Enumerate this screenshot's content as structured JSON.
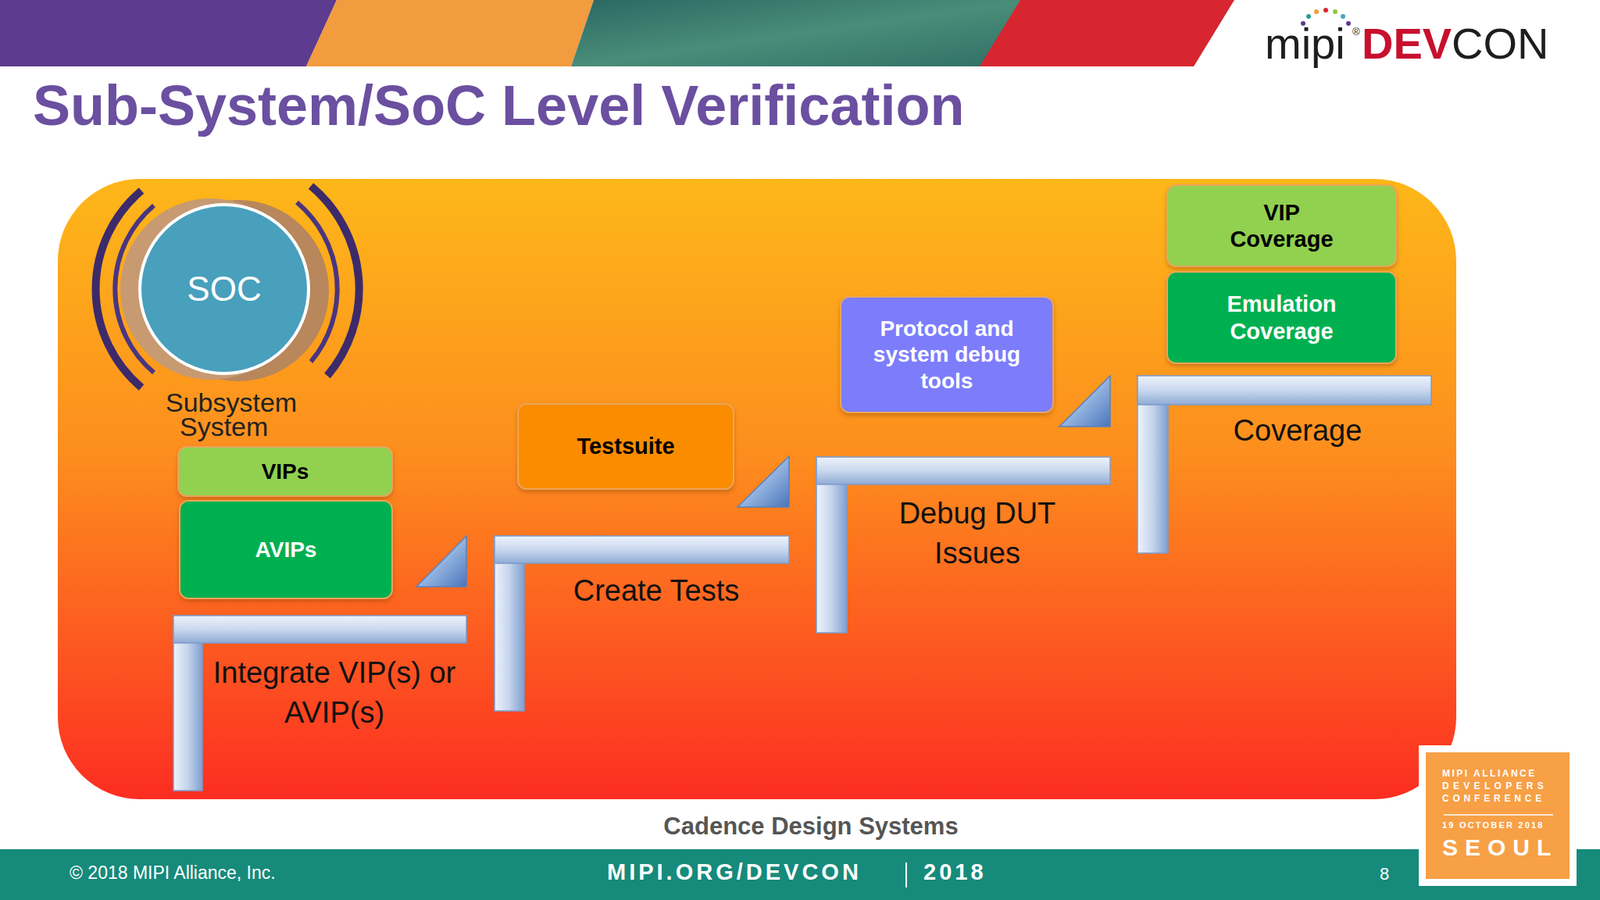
{
  "diagram": {
    "title": "Sub-System/SoC Level Verification",
    "caption": "Cadence Design Systems",
    "nodes": [
      {
        "text": [
          "SOC"
        ]
      },
      {
        "text": [
          "VIPs"
        ]
      },
      {
        "text": [
          "AVIPs"
        ]
      },
      {
        "text": [
          "Testsuite"
        ]
      },
      {
        "text": [
          "Protocol and system debug tools"
        ]
      },
      {
        "text": [
          "VIP Coverage"
        ]
      },
      {
        "text": [
          "Emulation Coverage"
        ]
      }
    ],
    "labels": [
      "Subsystem",
      "System",
      "Integrate VIP(s) or AVIP(s)",
      "Create Tests",
      "Debug DUT Issues",
      "Coverage",
      "mipi",
      "®",
      "DEV",
      "CON",
      "© 2018 MIPI Alliance, Inc.",
      "MIPI.ORG/DEVCON",
      "2018",
      "8",
      "MIPI ALLIANCE",
      "DEVELOPERS",
      "CONFERENCE",
      "19 OCTOBER 2018",
      "SEOUL"
    ]
  }
}
